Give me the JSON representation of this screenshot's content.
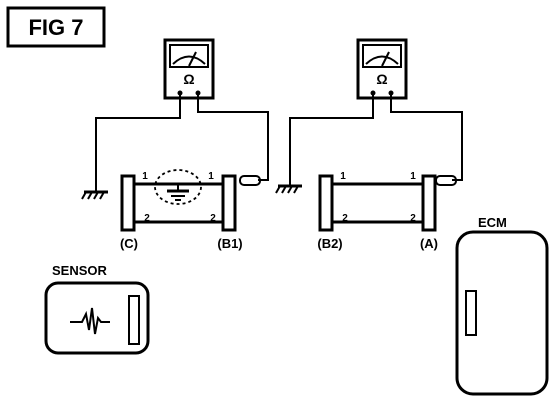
{
  "figure": {
    "label": "FIG 7"
  },
  "meter_left": {
    "unit_symbol": "Ω"
  },
  "meter_right": {
    "unit_symbol": "Ω"
  },
  "harness_left": {
    "end_left_label": "(C)",
    "end_right_label": "(B1)",
    "pin_top_left": "1",
    "pin_top_right": "1",
    "pin_bottom_left": "2",
    "pin_bottom_right": "2"
  },
  "harness_right": {
    "end_left_label": "(B2)",
    "end_right_label": "(A)",
    "pin_top_left": "1",
    "pin_top_right": "1",
    "pin_bottom_left": "2",
    "pin_bottom_right": "2"
  },
  "sensor": {
    "label": "SENSOR"
  },
  "ecm": {
    "label": "ECM"
  }
}
